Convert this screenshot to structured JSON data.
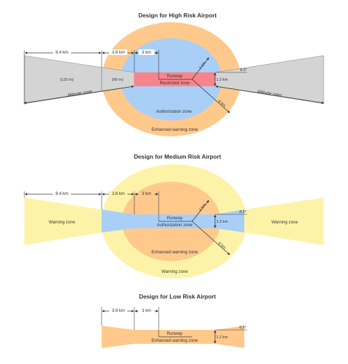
{
  "high": {
    "title": "Design for High Risk Airport",
    "dist_84": "8.4 km",
    "dist_36": "3.6 km",
    "dist_3": "3 km",
    "radius_4": "4 km",
    "radius_6": "6 km",
    "angle": "8.5°",
    "width": "1.2 km",
    "height_120": "(120 m)",
    "height_60": "(60 m)",
    "runway": "Runway",
    "restricted_zone": "Restricted zone",
    "authorization_zone": "Authorization zone",
    "enhanced_warning_zone": "Enhanced warning zone",
    "altitude_zone_left": "Altitude zone",
    "altitude_zone_right": "Altitude zone"
  },
  "medium": {
    "title": "Design for Medium Risk Airport",
    "dist_84": "8.4 km",
    "dist_36": "3.6 km",
    "dist_3": "3 km",
    "radius_4": "4 km",
    "radius_6": "6 km",
    "angle": "8.5°",
    "width": "1.2 km",
    "runway": "Runway",
    "authorization_zone": "Authorization zone",
    "enhanced_warning_zone": "Enhanced warning zone",
    "warning_zone_left": "Warning zone",
    "warning_zone_right": "Warning zone",
    "warning_zone_bottom": "Warning zone"
  },
  "low": {
    "title": "Design for Low Risk Airport",
    "dist_36": "3.6 km",
    "dist_3": "3 km",
    "angle": "8.5°",
    "width": "1.2 km",
    "runway": "Runway",
    "enhanced_warning_zone": "Enhanced warning zone"
  },
  "colors": {
    "enhanced_warning": "#FFC98C",
    "authorization": "#A9CFF7",
    "restricted": "#F8848B",
    "altitude": "#D4D4D4",
    "warning": "#FDF3A8"
  }
}
